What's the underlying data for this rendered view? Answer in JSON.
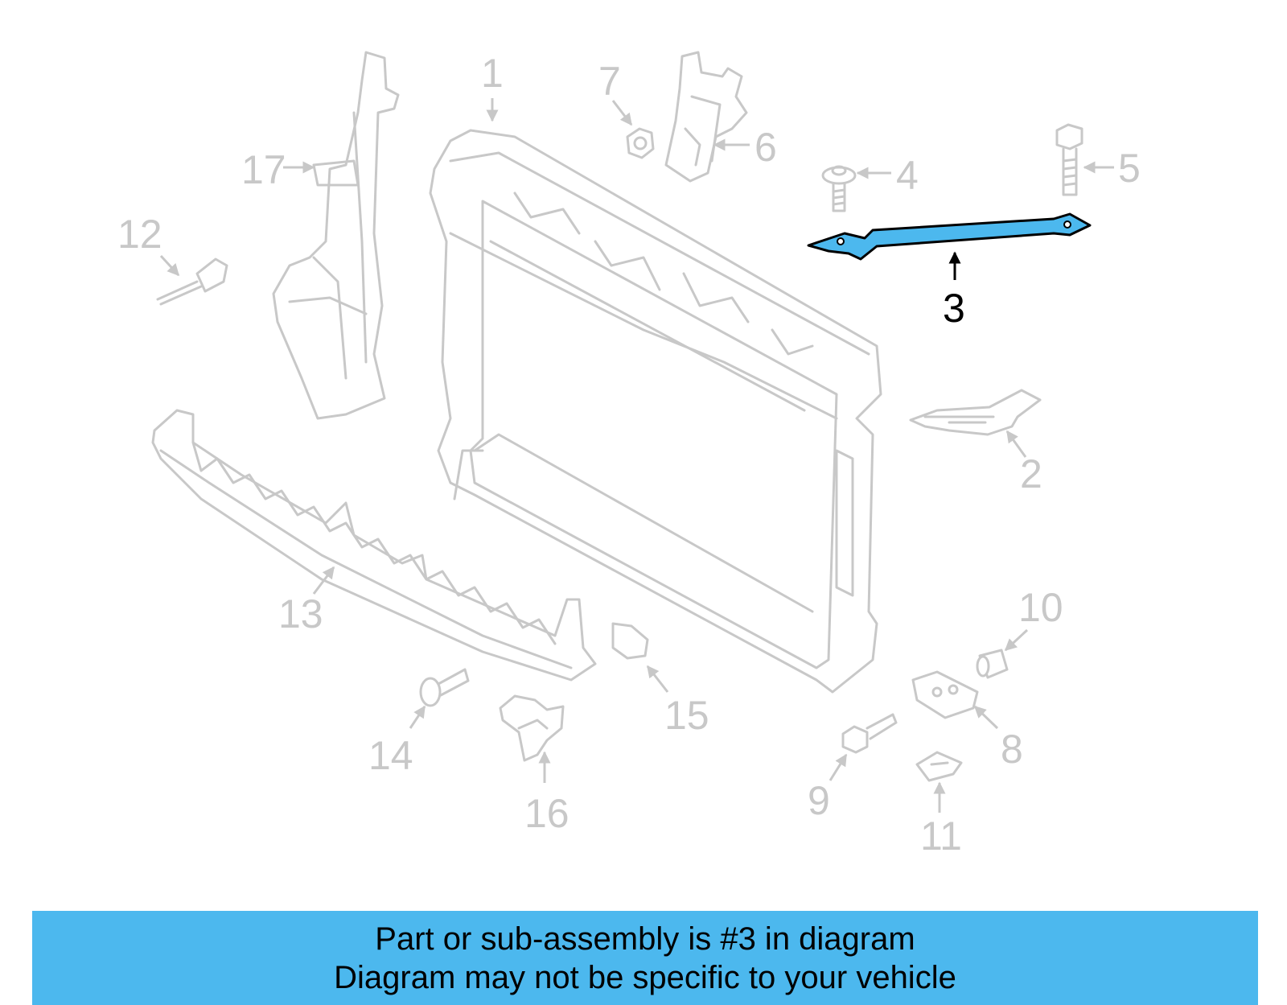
{
  "colors": {
    "highlight": "#4cb8ee",
    "inactive_part": "#c8c8c8",
    "active_outline": "#000000",
    "banner_bg": "#4cb8ee"
  },
  "callouts": {
    "c1": "1",
    "c2": "2",
    "c3": "3",
    "c4": "4",
    "c5": "5",
    "c6": "6",
    "c7": "7",
    "c8": "8",
    "c9": "9",
    "c10": "10",
    "c11": "11",
    "c12": "12",
    "c13": "13",
    "c14": "14",
    "c15": "15",
    "c16": "16",
    "c17": "17"
  },
  "highlighted_part": "3",
  "banner": {
    "line1": "Part or sub-assembly is #3 in diagram",
    "line2": "Diagram may not be specific to your vehicle"
  }
}
